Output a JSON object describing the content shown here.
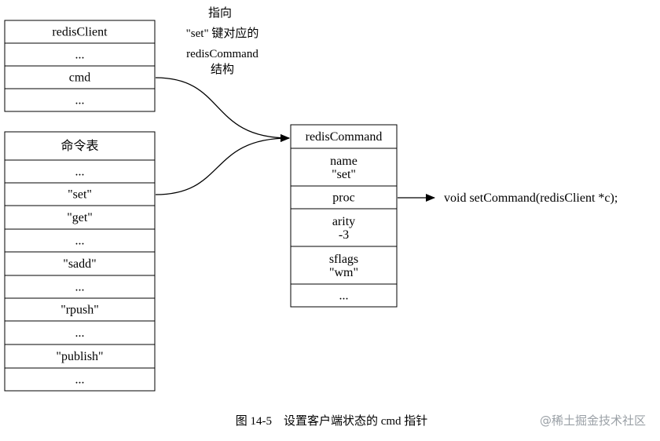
{
  "client_table": {
    "rows": [
      "redisClient",
      "...",
      "cmd",
      "..."
    ]
  },
  "command_table": {
    "rows": [
      "命令表",
      "...",
      "\"set\"",
      "\"get\"",
      "...",
      "\"sadd\"",
      "...",
      "\"rpush\"",
      "...",
      "\"publish\"",
      "..."
    ]
  },
  "redis_command": {
    "rows": [
      [
        "redisCommand"
      ],
      [
        "name",
        "\"set\""
      ],
      [
        "proc"
      ],
      [
        "arity",
        "-3"
      ],
      [
        "sflags",
        "\"wm\""
      ],
      [
        "..."
      ]
    ]
  },
  "annotation": {
    "lines": [
      "指向",
      "\"set\" 键对应的",
      "redisCommand",
      "结构"
    ]
  },
  "proc_target": "void setCommand(redisClient *c);",
  "caption": "图 14-5　设置客户端状态的 cmd 指针",
  "watermark": "@稀土掘金技术社区"
}
